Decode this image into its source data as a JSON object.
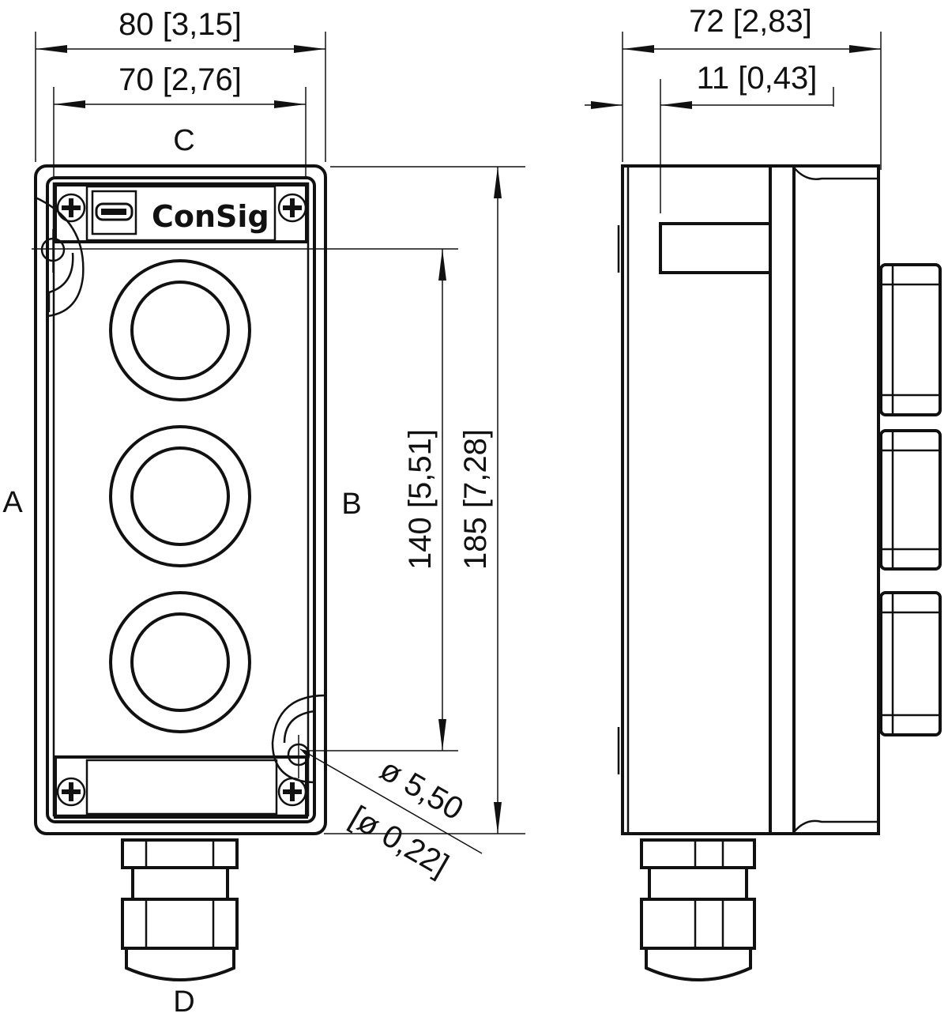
{
  "title": "ConSig push-button enclosure dimension drawing",
  "brand": {
    "logo_text": "ConSig"
  },
  "front_view": {
    "width_dim": "80 [3,15]",
    "inner_width_dim": "70 [2,76]",
    "mount_height_dim": "140 [5,51]",
    "height_dim": "185 [7,28]",
    "hole_dim": "ø 5,50",
    "hole_dim_inch": "[ø 0,22]",
    "side_labels": {
      "top": "C",
      "left": "A",
      "right": "B",
      "bottom": "D"
    },
    "button_count": 3
  },
  "side_view": {
    "depth_dim": "72 [2,83]",
    "lid_dim": "11 [0,43]"
  }
}
